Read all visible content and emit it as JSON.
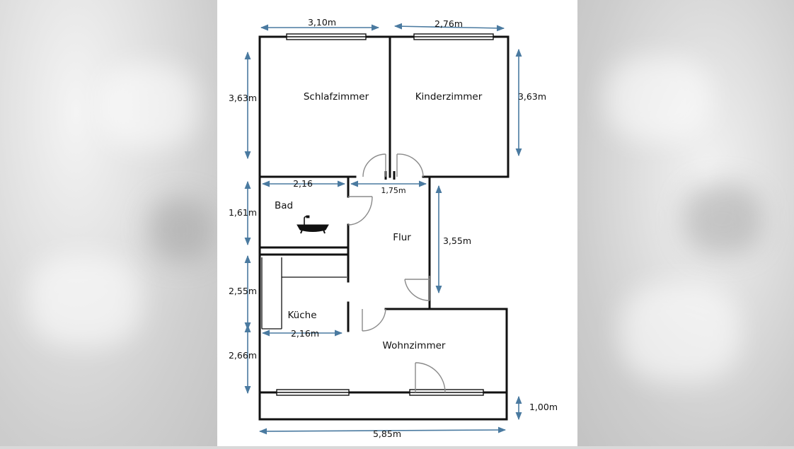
{
  "rooms": {
    "schlafzimmer": "Schlafzimmer",
    "kinderzimmer": "Kinderzimmer",
    "bad": "Bad",
    "flur": "Flur",
    "kueche": "Küche",
    "wohnzimmer": "Wohnzimmer"
  },
  "dimensions": {
    "schlaf_width": "3,10m",
    "kinder_width": "2,76m",
    "schlaf_height": "3,63m",
    "kinder_height": "3,63m",
    "bad_width": "2,16",
    "flur_width": "1,75m",
    "bad_height": "1,61m",
    "flur_height": "3,55m",
    "kueche_height": "2,55m",
    "kueche_width": "2,16m",
    "wohn_height": "2,66m",
    "balcony_depth": "1,00m",
    "total_width": "5,85m"
  },
  "colors": {
    "wall": "#111111",
    "arrow": "#4a7aa0",
    "door": "#8a8a8a"
  },
  "icons": {
    "bathtub": "bathtub-icon"
  }
}
